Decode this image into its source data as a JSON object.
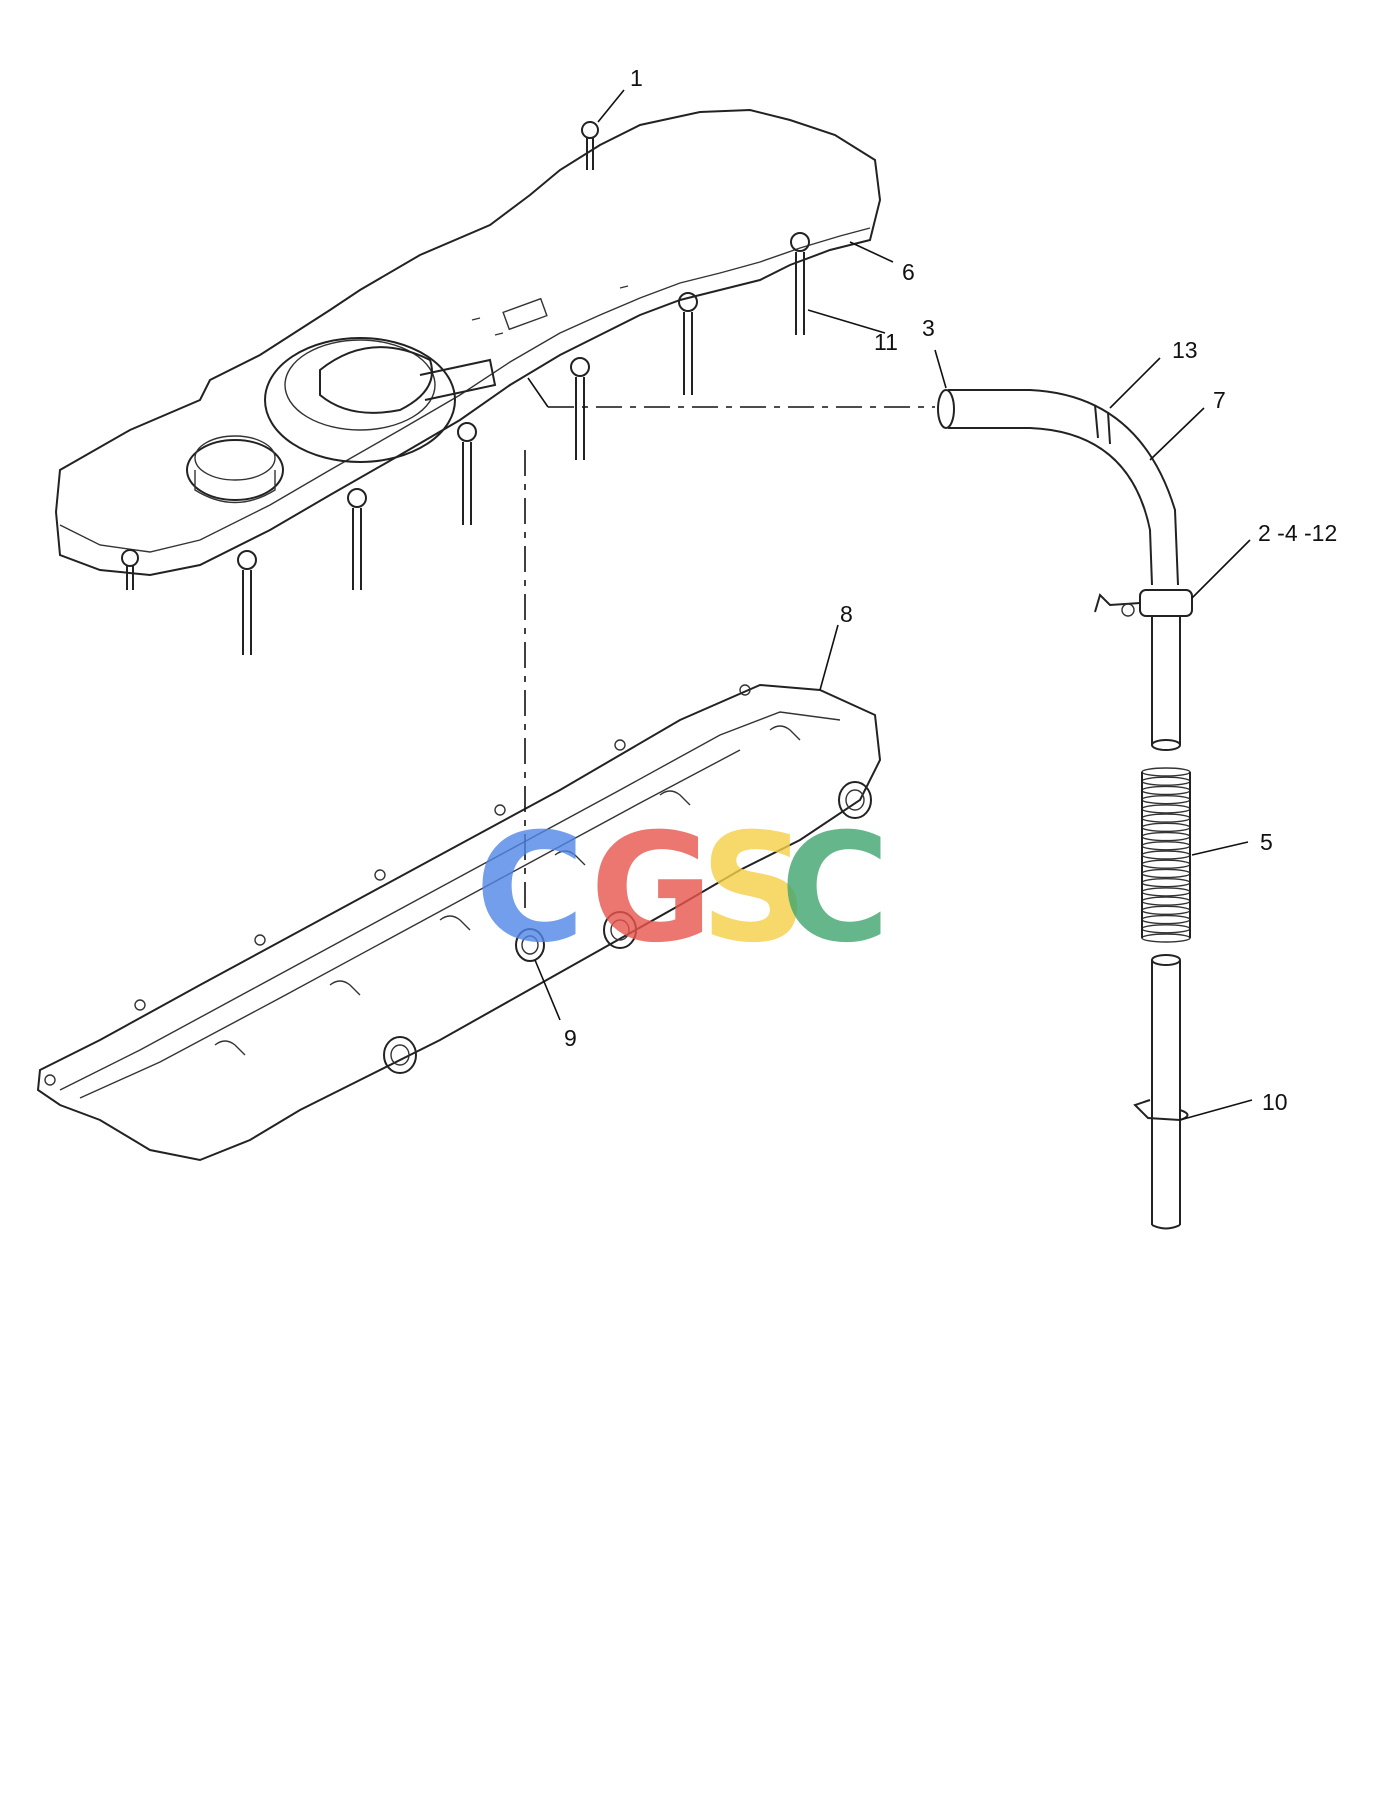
{
  "callouts": {
    "c1": "1",
    "c2": "2 -4 -12",
    "c3": "3",
    "c5": "5",
    "c6": "6",
    "c7": "7",
    "c8": "8",
    "c9": "9",
    "c10": "10",
    "c11": "11",
    "c13": "13"
  },
  "watermark": {
    "letters": [
      "C",
      "G",
      "S",
      "C"
    ],
    "colors": [
      "#4f86e8",
      "#e8554d",
      "#f6cf47",
      "#3fa66f"
    ]
  },
  "colors": {
    "line": "#222222",
    "background": "#ffffff"
  }
}
